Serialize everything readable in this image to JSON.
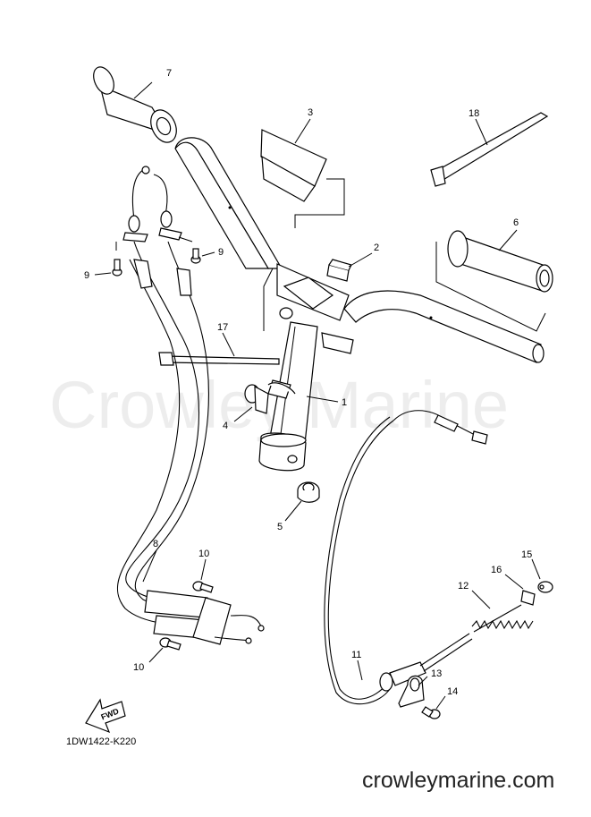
{
  "watermark": "Crowley Marine",
  "part_code": "1DW1422-K220",
  "footer_site": "crowleymarine.com",
  "fwd_label": "FWD",
  "callouts": {
    "c1": "1",
    "c2": "2",
    "c3": "3",
    "c4": "4",
    "c5": "5",
    "c6": "6",
    "c7": "7",
    "c8": "8",
    "c9a": "9",
    "c9b": "9",
    "c10a": "10",
    "c10b": "10",
    "c11": "11",
    "c12": "12",
    "c13": "13",
    "c14": "14",
    "c15": "15",
    "c16": "16",
    "c17": "17",
    "c18": "18"
  }
}
